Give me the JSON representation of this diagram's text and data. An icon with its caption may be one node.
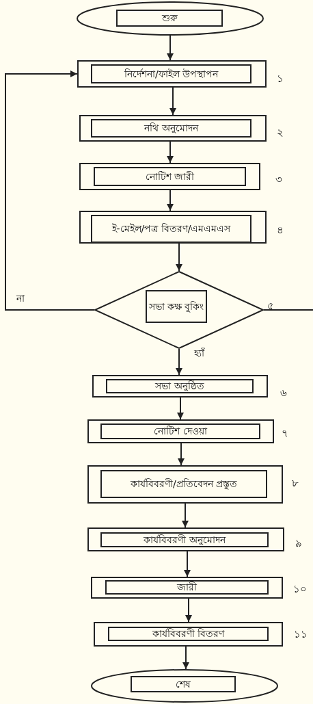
{
  "diagram": {
    "nodes": [
      {
        "text": [],
        "shape": "ellipse"
      },
      {
        "text": [
          "শুরু"
        ],
        "in": 0
      },
      {
        "text": [],
        "shape": "box",
        "beside": [
          "১"
        ]
      },
      {
        "text": [
          "নির্দেশনা/ফাইল উপস্থাপন"
        ],
        "in": 2
      },
      {
        "text": [],
        "shape": "box",
        "beside": [
          "২"
        ]
      },
      {
        "text": [
          "নথি অনুমোদন"
        ],
        "in": 4
      },
      {
        "text": [],
        "shape": "box",
        "beside": [
          "৩"
        ]
      },
      {
        "text": [
          "নোটিশ জারী"
        ],
        "in": 6
      },
      {
        "text": [],
        "shape": "box",
        "beside": [
          "৪"
        ]
      },
      {
        "text": [
          "ই-মেইল/পত্র বিতরণ/এমএমএস"
        ],
        "in": 8
      },
      {
        "text": [],
        "shape": "diamond",
        "beside": [
          "৫"
        ]
      },
      {
        "text": [
          "সভা কক্ষ বুকিং"
        ],
        "in": 10
      },
      {
        "text": [],
        "shape": "box",
        "beside": [
          "৬"
        ]
      },
      {
        "text": [
          "সভা অনুষ্ঠিত"
        ],
        "in": 12
      },
      {
        "text": [],
        "shape": "box",
        "beside": [
          "৭"
        ]
      },
      {
        "text": [
          "নোটিশ দেওয়া"
        ],
        "in": 14
      },
      {
        "text": [],
        "shape": "box",
        "beside": [
          "৮"
        ]
      },
      {
        "text": [
          "কার্যবিবরণী/প্রতিবেদন প্রস্তুত"
        ],
        "in": 16
      },
      {
        "text": [],
        "shape": "box",
        "beside": [
          "৯"
        ]
      },
      {
        "text": [
          "কার্যবিবরণী অনুমোদন"
        ],
        "in": 18
      },
      {
        "text": [],
        "shape": "box",
        "beside": [
          "১০"
        ]
      },
      {
        "text": [
          "জারী"
        ],
        "in": 20
      },
      {
        "text": [],
        "shape": "box",
        "beside": [
          "১১"
        ]
      },
      {
        "text": [
          "কার্যবিবরণী বিতরণ"
        ],
        "in": 22
      },
      {
        "text": [],
        "shape": "ellipse"
      },
      {
        "text": [
          "শেষ"
        ],
        "in": 24
      }
    ],
    "edges": [
      {
        "from": 0,
        "to": 2,
        "arrow": "to"
      },
      {
        "from": 2,
        "to": 4,
        "arrow": "to"
      },
      {
        "from": 4,
        "to": 6,
        "arrow": "to"
      },
      {
        "from": 6,
        "to": 8,
        "arrow": "to"
      },
      {
        "from": 8,
        "to": 10,
        "arrow": "to"
      },
      {
        "from": 10,
        "to": 2,
        "arrow": "to",
        "label": "না"
      },
      {
        "from": 10,
        "to": null,
        "arrow": "none"
      },
      {
        "from": 10,
        "to": 12,
        "arrow": "to",
        "label": "হ্যাঁ"
      },
      {
        "from": 12,
        "to": 14,
        "arrow": "to"
      },
      {
        "from": 14,
        "to": 16,
        "arrow": "to"
      },
      {
        "from": 16,
        "to": 18,
        "arrow": "to"
      },
      {
        "from": 18,
        "to": 20,
        "arrow": "to"
      },
      {
        "from": 20,
        "to": 22,
        "arrow": "to"
      },
      {
        "from": 22,
        "to": 24,
        "arrow": "to"
      }
    ]
  }
}
